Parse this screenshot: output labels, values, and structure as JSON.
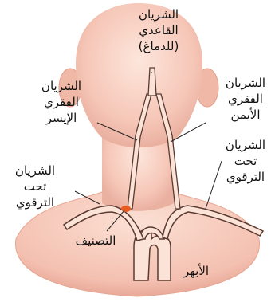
{
  "labels": {
    "basilar_artery": [
      "الشريان",
      "القاعدي",
      "(للدماغ)"
    ],
    "left_vertebral_artery": [
      "الشريان",
      "الفقري",
      "الإيسر"
    ],
    "right_vertebral_artery": [
      "الشريان",
      "الفقري",
      "الأيمن"
    ],
    "left_subclavian_artery": [
      "الشريان",
      "تحت",
      "الترقوي"
    ],
    "right_subclavian_artery": [
      "الشريان",
      "تحت",
      "الترقوي"
    ],
    "stenosis": "التصنيف",
    "aorta": "الأبهر"
  },
  "colors": {
    "skin_light": "#fde6dc",
    "skin_mid": "#f6c7b8",
    "skin_dark": "#e8a898",
    "artery_fill": "#fbe3d8",
    "artery_stroke": "#5a3a30",
    "stenosis": "#e85a1e",
    "leader_line": "#222222"
  }
}
